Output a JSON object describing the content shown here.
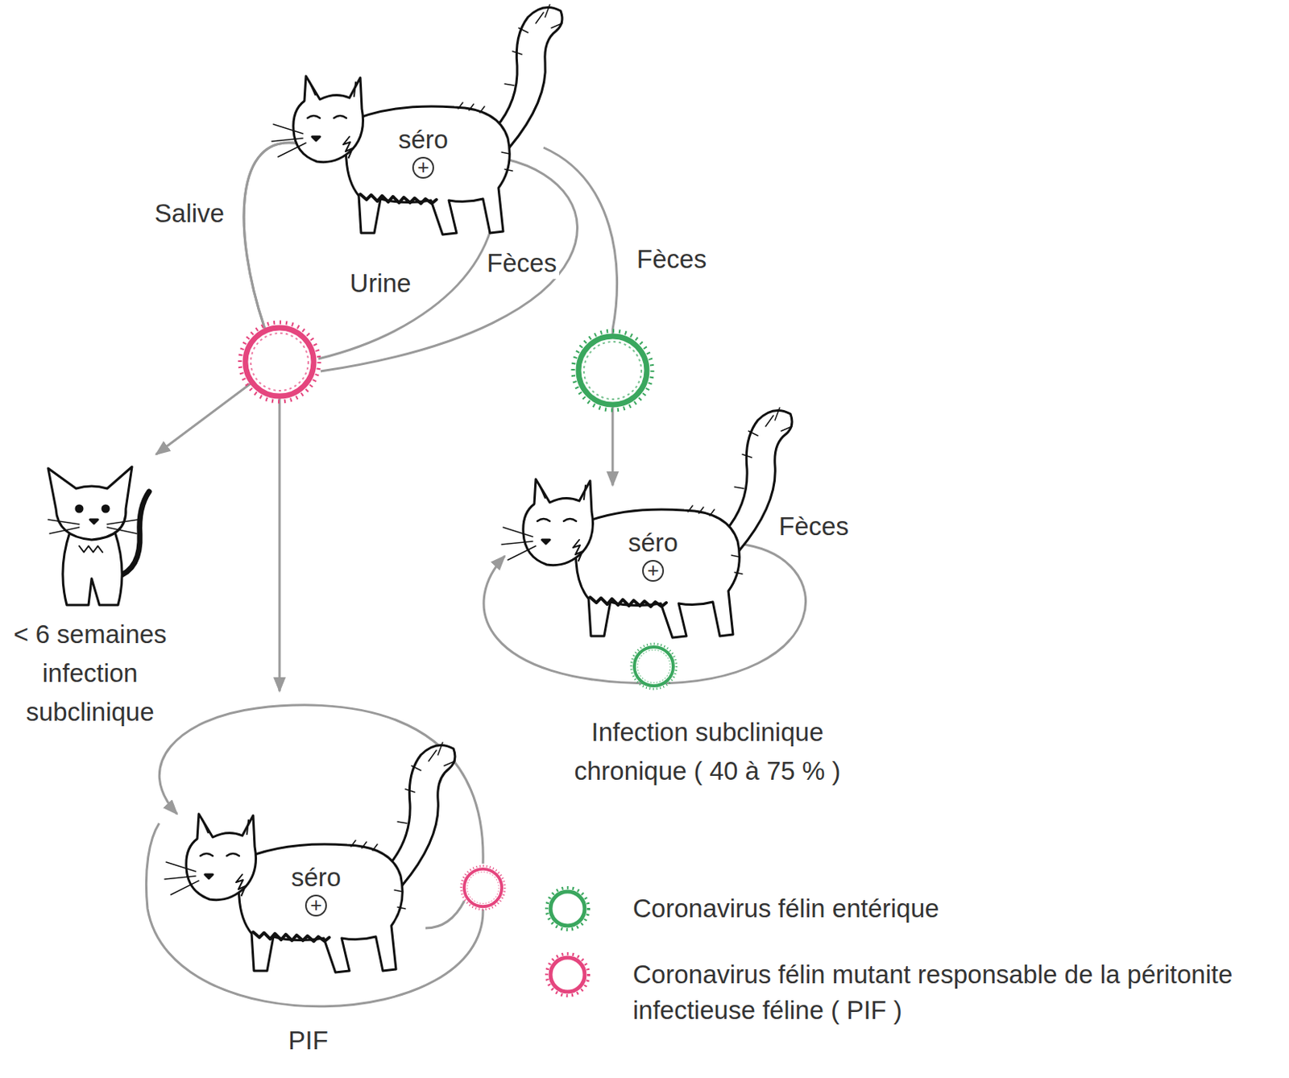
{
  "diagram": {
    "nodes": [
      {
        "text": [
          "séro",
          "+"
        ]
      },
      {
        "text": [
          "< 6 semaines infection subclinique"
        ]
      },
      {
        "text": [
          "séro",
          "+",
          "Infection subclinique chronique ( 40 à 75 % )"
        ]
      },
      {
        "text": [
          "séro",
          "+",
          "PIF"
        ]
      }
    ],
    "edges": [
      {
        "from": 0,
        "to": 1,
        "arrow": "to"
      },
      {
        "from": 0,
        "to": 2,
        "arrow": "to"
      },
      {
        "from": 0,
        "to": 3,
        "arrow": "to"
      }
    ],
    "labels": [
      "Salive",
      "Fèces",
      "Fèces",
      "Urine",
      "Fèces"
    ],
    "legend": [
      {
        "text": "Coronavirus félin entérique",
        "color": "#3aa75e"
      },
      {
        "text": "Coronavirus félin mutant responsable de la péritonite infectieuse féline ( PIF )",
        "color": "#e5457e"
      }
    ]
  }
}
